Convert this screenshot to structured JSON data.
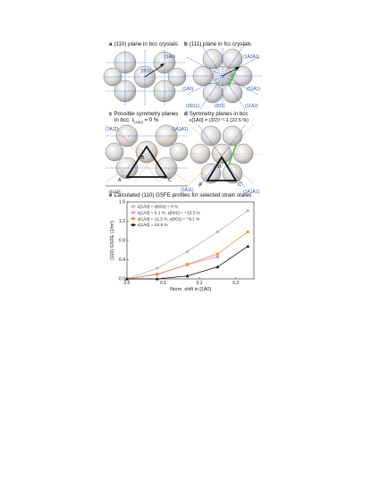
{
  "panels": {
    "a": {
      "letter": "a",
      "title": "(110) plane in bcc crystals",
      "labels": {
        "dir": "(1Ā0)",
        "center": "[001]"
      }
    },
    "b": {
      "letter": "b",
      "title": "(111) plane in fcc crystals",
      "labels": {
        "top_right": "(1Ā2Ā1)",
        "left": "(1Ā0)",
        "right": "(01Ā1)",
        "bottom_center": "(001)",
        "bottom_left": "(2Đ11)",
        "bottom_right": "(11Ā2)"
      }
    },
    "c": {
      "letter": "c",
      "title_line1": "Possible symmetry planes",
      "title_line2": "in bcc; ε",
      "title_sub": "[1Ā0]",
      "title_tail": " = 0 %",
      "labels": {
        "A": "A",
        "B": "B",
        "C": "C",
        "left_plane": "(1Ā11)",
        "right_plane": "(1Ā1Ā1)",
        "strain": "ε[1Ā0]"
      }
    },
    "d": {
      "letter": "d",
      "title_line1": "Symmetry planes in bcc",
      "title_line2": "ε[1Ā0] = (3/2)¹ᐟ²-1 (22.5 %)",
      "labels": {
        "A": "A′",
        "B": "B′",
        "C": "C′",
        "left_plane": "(1Ā11)",
        "right_plane": "(1Ā1Ā1)"
      }
    },
    "e": {
      "letter": "e",
      "title": "Calculated (110) GSFE profiles for selected strain states"
    }
  },
  "chart_data": {
    "type": "line",
    "title": "Calculated (110) GSFE profiles for selected strain states",
    "xlabel": "Norm. shift in [1Ā0]",
    "ylabel": "(110) GSFE (J/m²)",
    "xlim": [
      0.0,
      0.35
    ],
    "ylim": [
      0.0,
      1.6
    ],
    "xticks": [
      "0.0",
      "0.1",
      "0.2",
      "0.3"
    ],
    "yticks": [
      "0.0",
      "0.4",
      "0.8",
      "1.2",
      "1.6"
    ],
    "x": [
      0.0,
      0.0833,
      0.1667,
      0.25,
      0.3333
    ],
    "series": [
      {
        "name": "ε[1Ā0] = ε[001] = 0 %",
        "color": "#b5b5b5",
        "marker": "circle",
        "values": [
          0.0,
          0.22,
          0.57,
          0.98,
          1.42
        ]
      },
      {
        "name": "ε[1Ā0] = 6.1 %, ε[001] = −13.3 %",
        "color": "#d98ad6",
        "marker": "star",
        "values": [
          0.0,
          0.09,
          0.3,
          0.46,
          null
        ]
      },
      {
        "name": "ε[1Ā0] = 11.3 %, ε[001] = −9.1 %",
        "color": "#f08a36",
        "marker": "circle",
        "values": [
          0.0,
          0.1,
          0.3,
          0.52,
          0.98
        ]
      },
      {
        "name": "ε[1Ā0] = 22.5 %",
        "color": "#111111",
        "marker": "triangle",
        "values": [
          0.0,
          0.0,
          0.06,
          0.25,
          0.68
        ]
      }
    ],
    "legend": "top-left",
    "grid": false
  }
}
